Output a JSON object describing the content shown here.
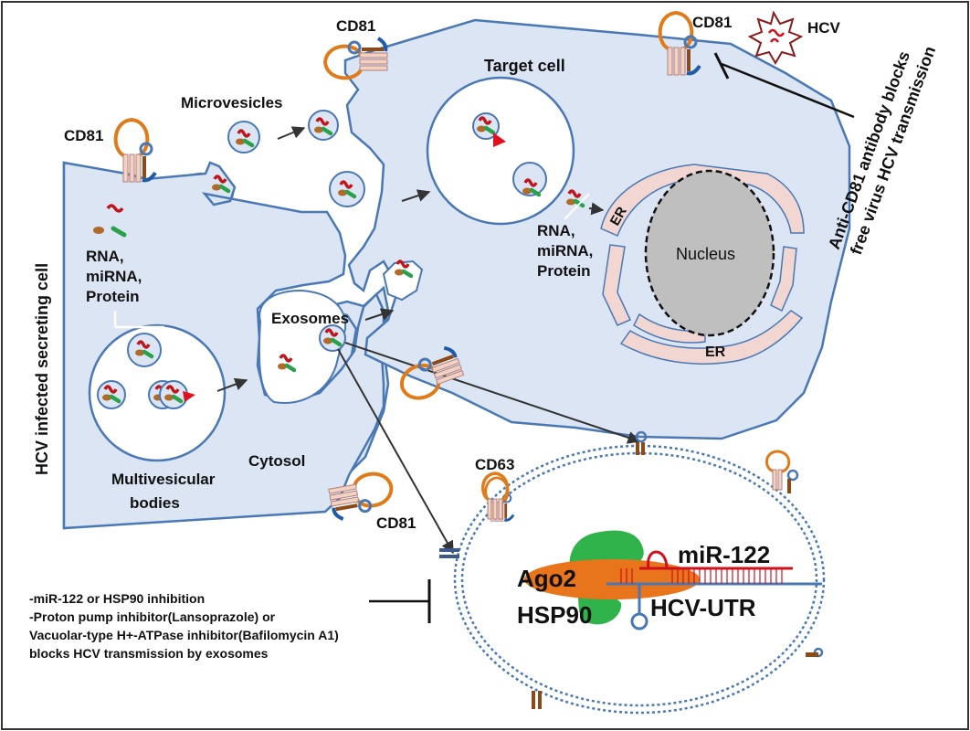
{
  "labels": {
    "secreting_cell": "HCV infected secreting cell",
    "target_cell": "Target cell",
    "microvesicles": "Microvesicles",
    "exosomes": "Exosomes",
    "cytosol": "Cytosol",
    "mvb_line1": "Multivesicular",
    "mvb_line2": "bodies",
    "cargo_left": [
      "RNA,",
      "miRNA,",
      "Protein"
    ],
    "cargo_right": [
      "RNA,",
      "miRNA,",
      "Protein"
    ],
    "nucleus": "Nucleus",
    "er_top": "ER",
    "er_bottom": "ER",
    "cd81": "CD81",
    "cd63": "CD63",
    "hcv": "HCV",
    "anti_cd81_line1": "Anti-CD81 antibody blocks",
    "anti_cd81_line2": "free virus HCV transmission",
    "mir122": "miR-122",
    "ago2": "Ago2",
    "hsp90": "HSP90",
    "hcv_utr": "HCV-UTR",
    "inhibition": [
      "-miR-122 or HSP90 inhibition",
      "-Proton pump inhibitor(Lansoprazole) or",
      "Vacuolar-type H+-ATPase inhibitor(Bafilomycin A1)",
      "blocks HCV transmission by exosomes"
    ]
  },
  "colors": {
    "cell_fill": "#dbe5f3",
    "membrane": "#4a78b5",
    "nucleus": "#bfbfbf",
    "er": "#f2d6d2",
    "receptor_orange": "#e07b1a",
    "rna_red": "#c0151a",
    "protein_green": "#2aa04a",
    "protein_brown": "#b06a2a",
    "ago2_orange": "#e8741c",
    "hsp90_green": "#2fb34a"
  }
}
